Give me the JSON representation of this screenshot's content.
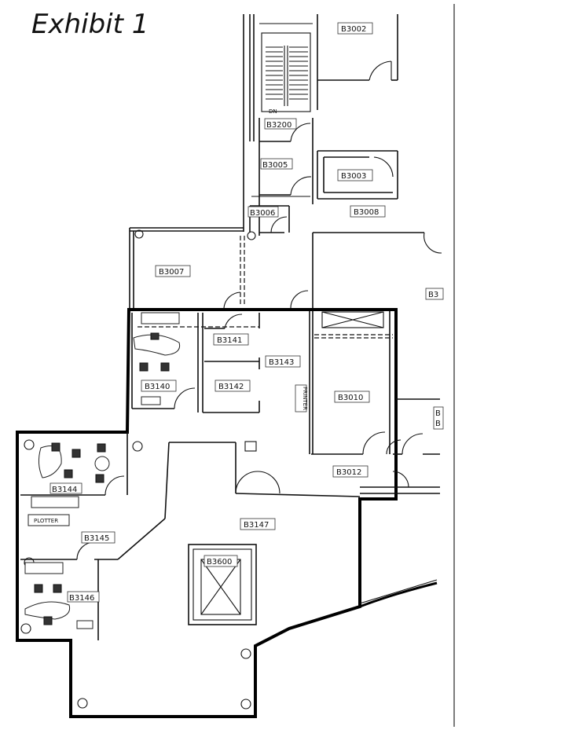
{
  "title": "Exhibit 1",
  "stair_label": "DN",
  "rooms": {
    "b3002": "B3002",
    "b3200": "B3200",
    "b3005": "B3005",
    "b3003": "B3003",
    "b3006": "B3006",
    "b3008": "B3008",
    "b3007": "B3007",
    "b3_partial": "B3",
    "b3141": "B3141",
    "b3143": "B3143",
    "b3142": "B3142",
    "b3140": "B3140",
    "b3010": "B3010",
    "b3_side_a": "B",
    "b3_side_b": "B",
    "b3144": "B3144",
    "b3012": "B3012",
    "b3147": "B3147",
    "b3145": "B3145",
    "b3600": "B3600",
    "b3146": "B3146"
  },
  "labels": {
    "printer": "PRINTER",
    "plotter": "PLOTTER"
  }
}
